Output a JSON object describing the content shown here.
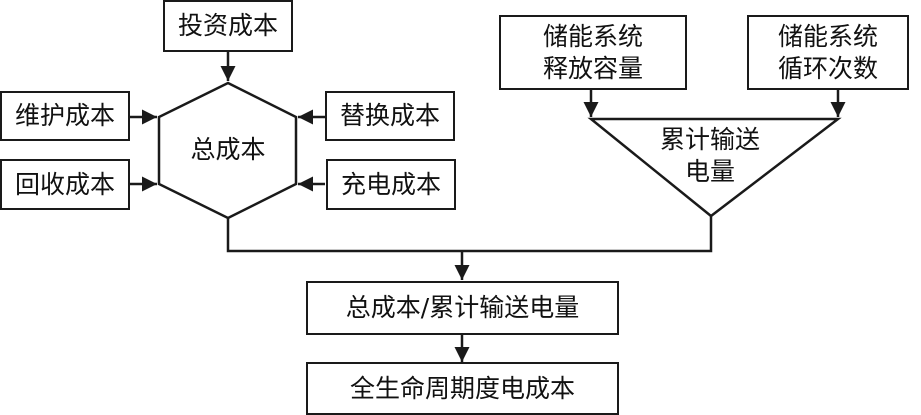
{
  "diagram": {
    "nodes": {
      "investment_cost": "投资成本",
      "maintenance_cost": "维护成本",
      "recycling_cost": "回收成本",
      "replacement_cost": "替换成本",
      "charging_cost": "充电成本",
      "total_cost": "总成本",
      "storage_release_capacity": "储能系统\n释放容量",
      "storage_cycle_count": "储能系统\n循环次数",
      "cumulative_energy": "累计输送\n电量",
      "ratio": "总成本/累计输送电量",
      "lcoe": "全生命周期度电成本"
    },
    "edges": [
      {
        "from": "investment_cost",
        "to": "total_cost"
      },
      {
        "from": "maintenance_cost",
        "to": "total_cost"
      },
      {
        "from": "recycling_cost",
        "to": "total_cost"
      },
      {
        "from": "replacement_cost",
        "to": "total_cost"
      },
      {
        "from": "charging_cost",
        "to": "total_cost"
      },
      {
        "from": "storage_release_capacity",
        "to": "cumulative_energy"
      },
      {
        "from": "storage_cycle_count",
        "to": "cumulative_energy"
      },
      {
        "from": "total_cost",
        "to": "ratio"
      },
      {
        "from": "cumulative_energy",
        "to": "ratio"
      },
      {
        "from": "ratio",
        "to": "lcoe"
      }
    ]
  }
}
